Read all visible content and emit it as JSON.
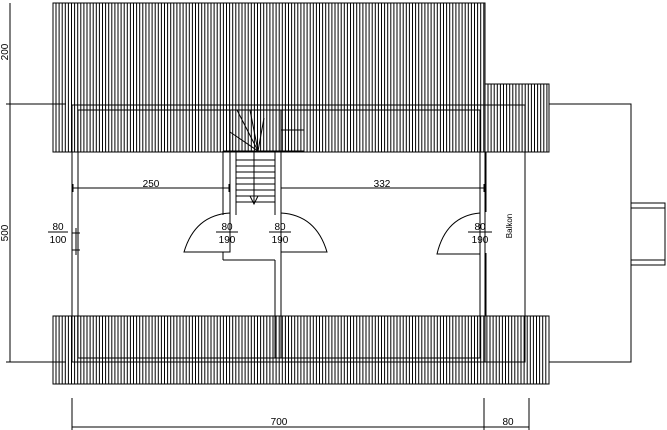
{
  "dimensions": {
    "width_total": "700",
    "width_balcony": "80",
    "height_roof": "200",
    "height_body": "500",
    "room_left": "250",
    "room_right": "332"
  },
  "labels": {
    "balcony": "Balkon",
    "window_left": {
      "w": "80",
      "h": "100"
    },
    "doors": [
      {
        "w": "80",
        "h": "190"
      },
      {
        "w": "80",
        "h": "190"
      },
      {
        "w": "80",
        "h": "190"
      }
    ]
  },
  "colors": {
    "line": "#000000",
    "background": "#ffffff"
  }
}
